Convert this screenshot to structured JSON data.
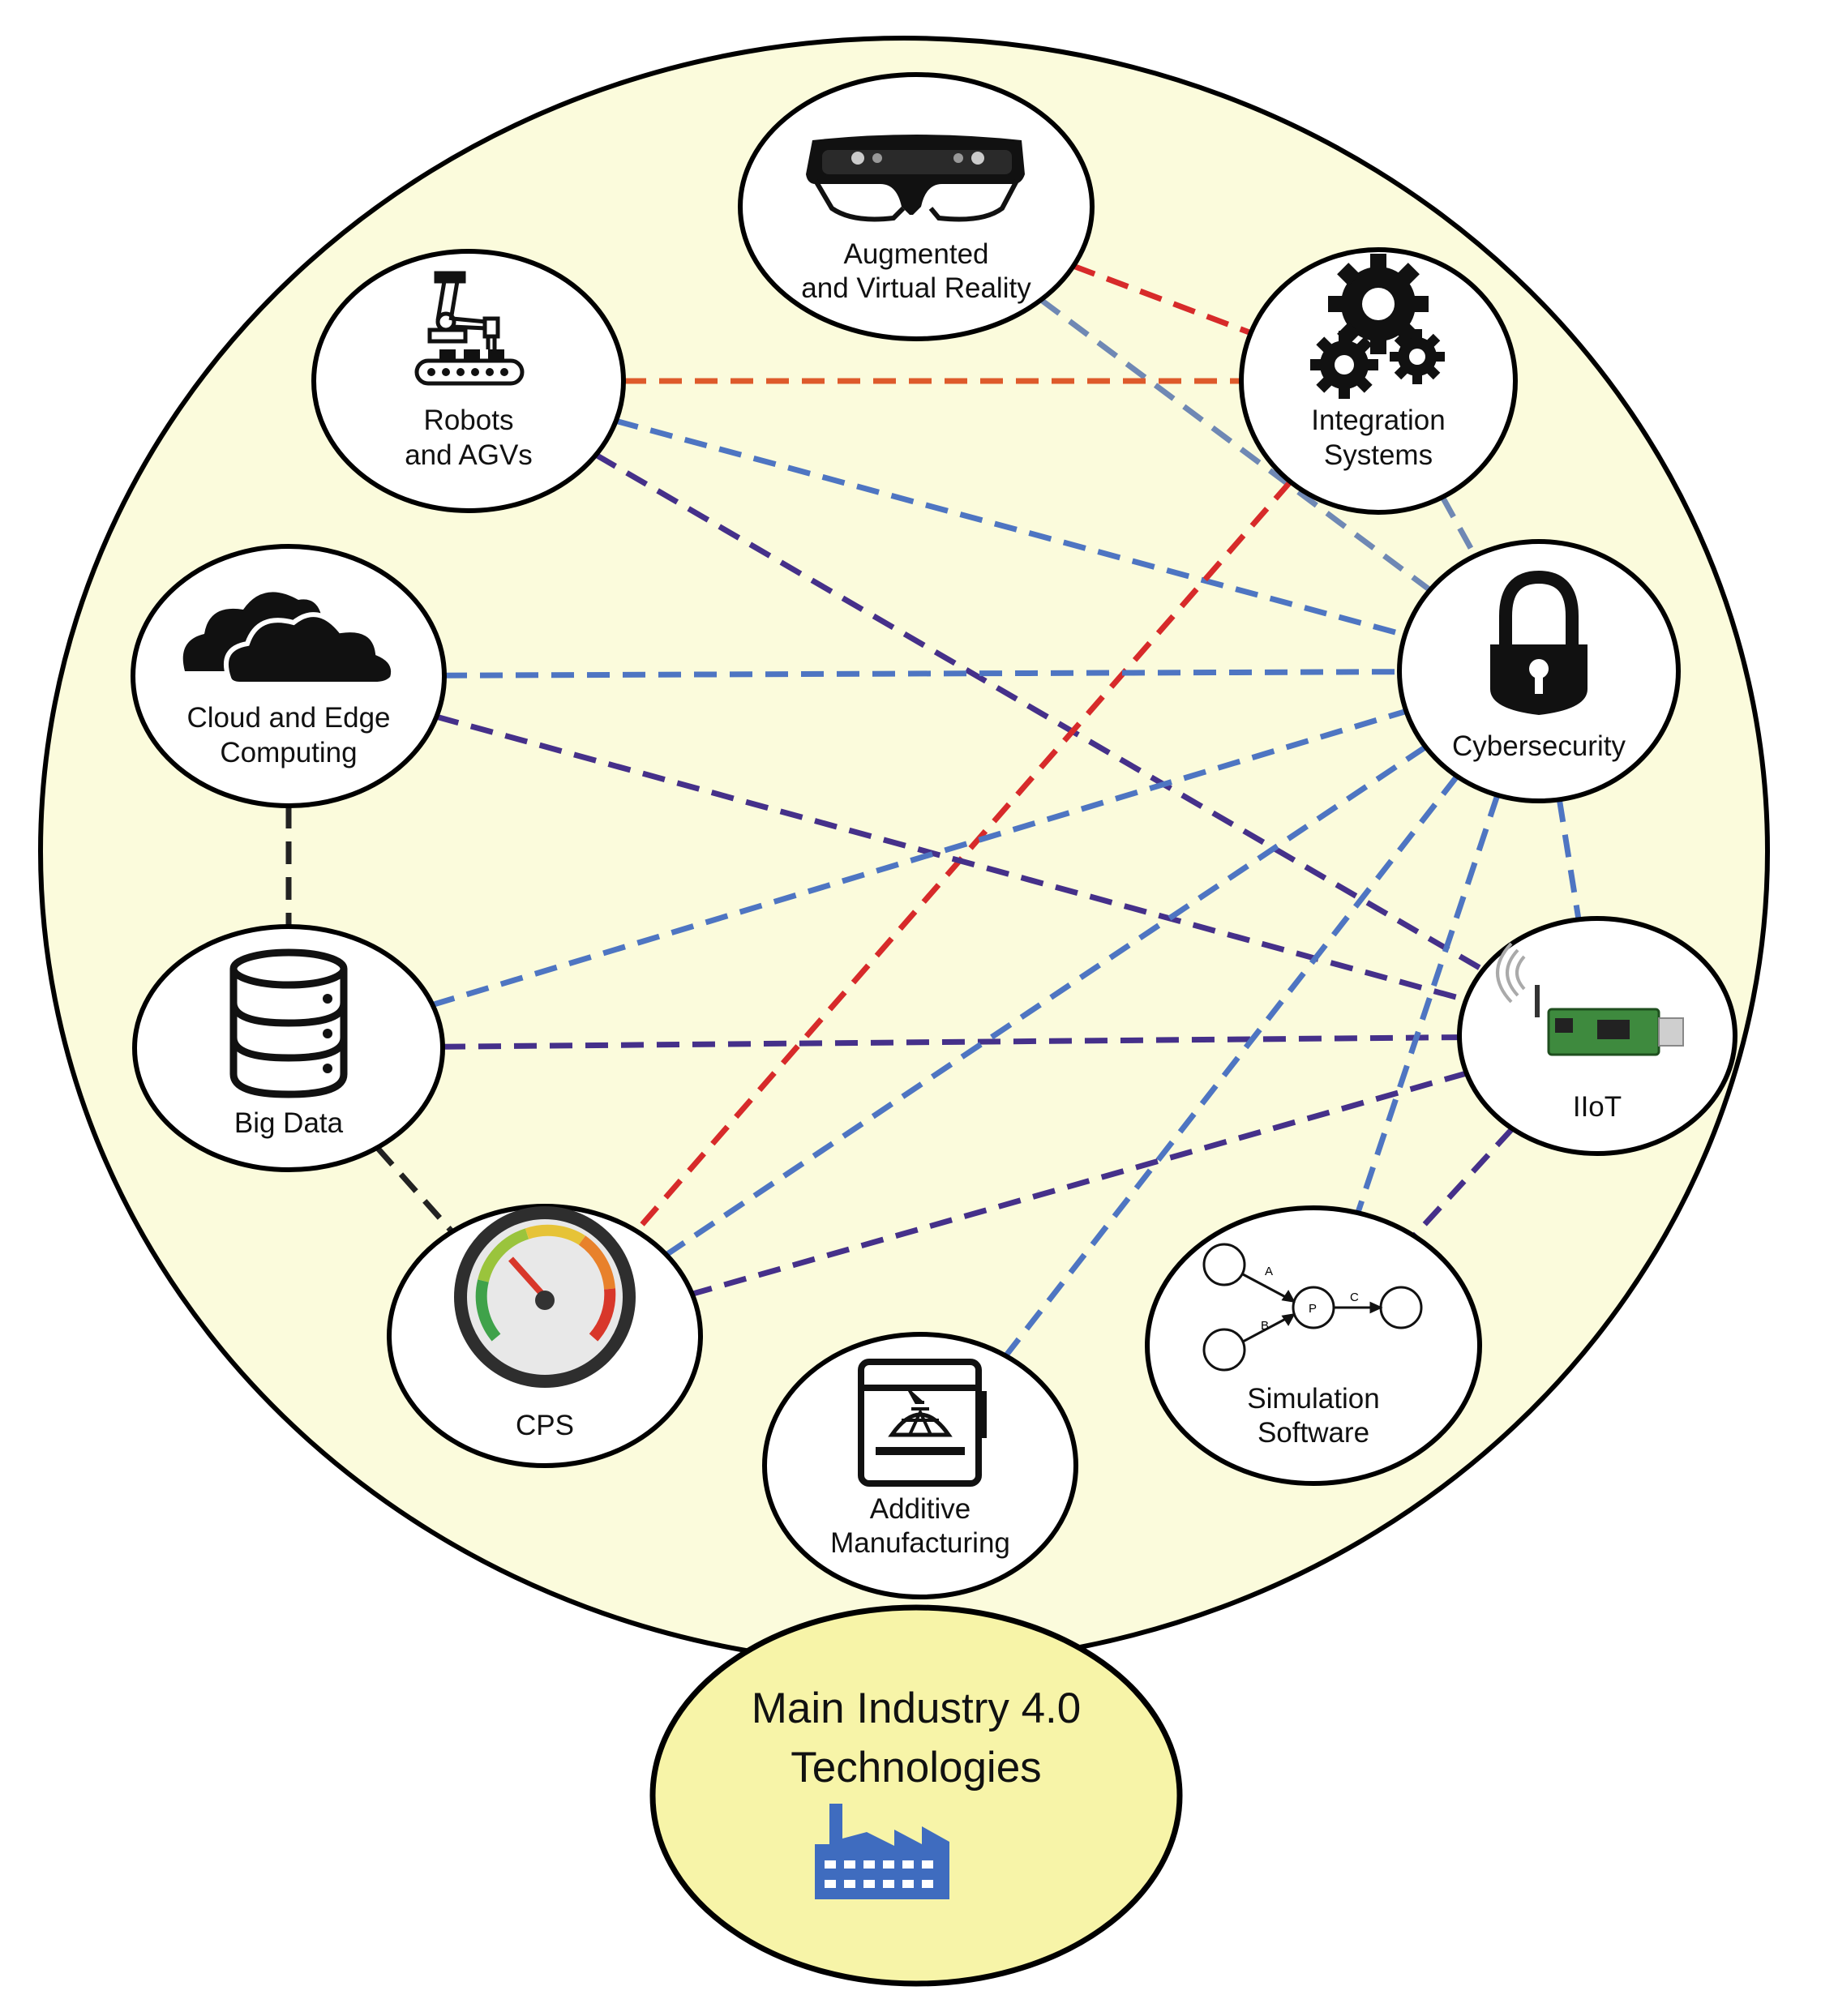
{
  "colors": {
    "background_ellipse": "#fbfbdc",
    "main_ellipse": "#f7f4a8",
    "factory": "#3f6cbf",
    "red": "#d72a2a",
    "orange": "#de5a2b",
    "blue": "#4e75c2",
    "purple": "#45308a",
    "grey_blue": "#6f88b4",
    "black": "#222222"
  },
  "main": {
    "line1": "Main Industry 4.0",
    "line2": "Technologies",
    "icon": "factory-icon"
  },
  "nodes": [
    {
      "id": "ar",
      "icon": "vr-headset-icon",
      "line1": "Augmented",
      "line2": "and Virtual Reality"
    },
    {
      "id": "robots",
      "icon": "robot-arm-conveyor-icon",
      "line1": "Robots",
      "line2": "and AGVs"
    },
    {
      "id": "integration",
      "icon": "gears-icon",
      "line1": "Integration",
      "line2": "Systems"
    },
    {
      "id": "cloud",
      "icon": "cloud-icon",
      "line1": "Cloud and Edge",
      "line2": "Computing"
    },
    {
      "id": "cyber",
      "icon": "padlock-icon",
      "line1": "Cybersecurity",
      "line2": ""
    },
    {
      "id": "bigdata",
      "icon": "database-icon",
      "line1": "Big Data",
      "line2": ""
    },
    {
      "id": "iiot",
      "icon": "iot-device-icon",
      "line1": "IIoT",
      "line2": ""
    },
    {
      "id": "cps",
      "icon": "gauge-icon",
      "line1": "CPS",
      "line2": ""
    },
    {
      "id": "simulation",
      "icon": "petri-net-icon",
      "line1": "Simulation",
      "line2": "Software",
      "petri_labels": {
        "a": "A",
        "b": "B",
        "p": "P",
        "c": "C"
      }
    },
    {
      "id": "additive",
      "icon": "3d-printer-icon",
      "line1": "Additive",
      "line2": "Manufacturing"
    }
  ],
  "edges": [
    {
      "from": "ar",
      "to": "integration",
      "color": "red"
    },
    {
      "from": "ar",
      "to": "cyber",
      "color": "grey_blue"
    },
    {
      "from": "integration",
      "to": "cyber",
      "color": "grey_blue"
    },
    {
      "from": "robots",
      "to": "integration",
      "color": "orange"
    },
    {
      "from": "robots",
      "to": "cyber",
      "color": "blue"
    },
    {
      "from": "robots",
      "to": "iiot",
      "color": "purple"
    },
    {
      "from": "integration",
      "to": "cps",
      "color": "red"
    },
    {
      "from": "cloud",
      "to": "cyber",
      "color": "blue"
    },
    {
      "from": "cloud",
      "to": "iiot",
      "color": "purple"
    },
    {
      "from": "cloud",
      "to": "bigdata",
      "color": "black"
    },
    {
      "from": "bigdata",
      "to": "cyber",
      "color": "blue"
    },
    {
      "from": "bigdata",
      "to": "iiot",
      "color": "purple"
    },
    {
      "from": "bigdata",
      "to": "cps",
      "color": "black"
    },
    {
      "from": "cyber",
      "to": "cps",
      "color": "blue"
    },
    {
      "from": "cyber",
      "to": "additive",
      "color": "blue"
    },
    {
      "from": "cyber",
      "to": "simulation",
      "color": "blue"
    },
    {
      "from": "cyber",
      "to": "iiot",
      "color": "blue"
    },
    {
      "from": "iiot",
      "to": "cps",
      "color": "purple"
    },
    {
      "from": "iiot",
      "to": "simulation",
      "color": "purple"
    }
  ]
}
